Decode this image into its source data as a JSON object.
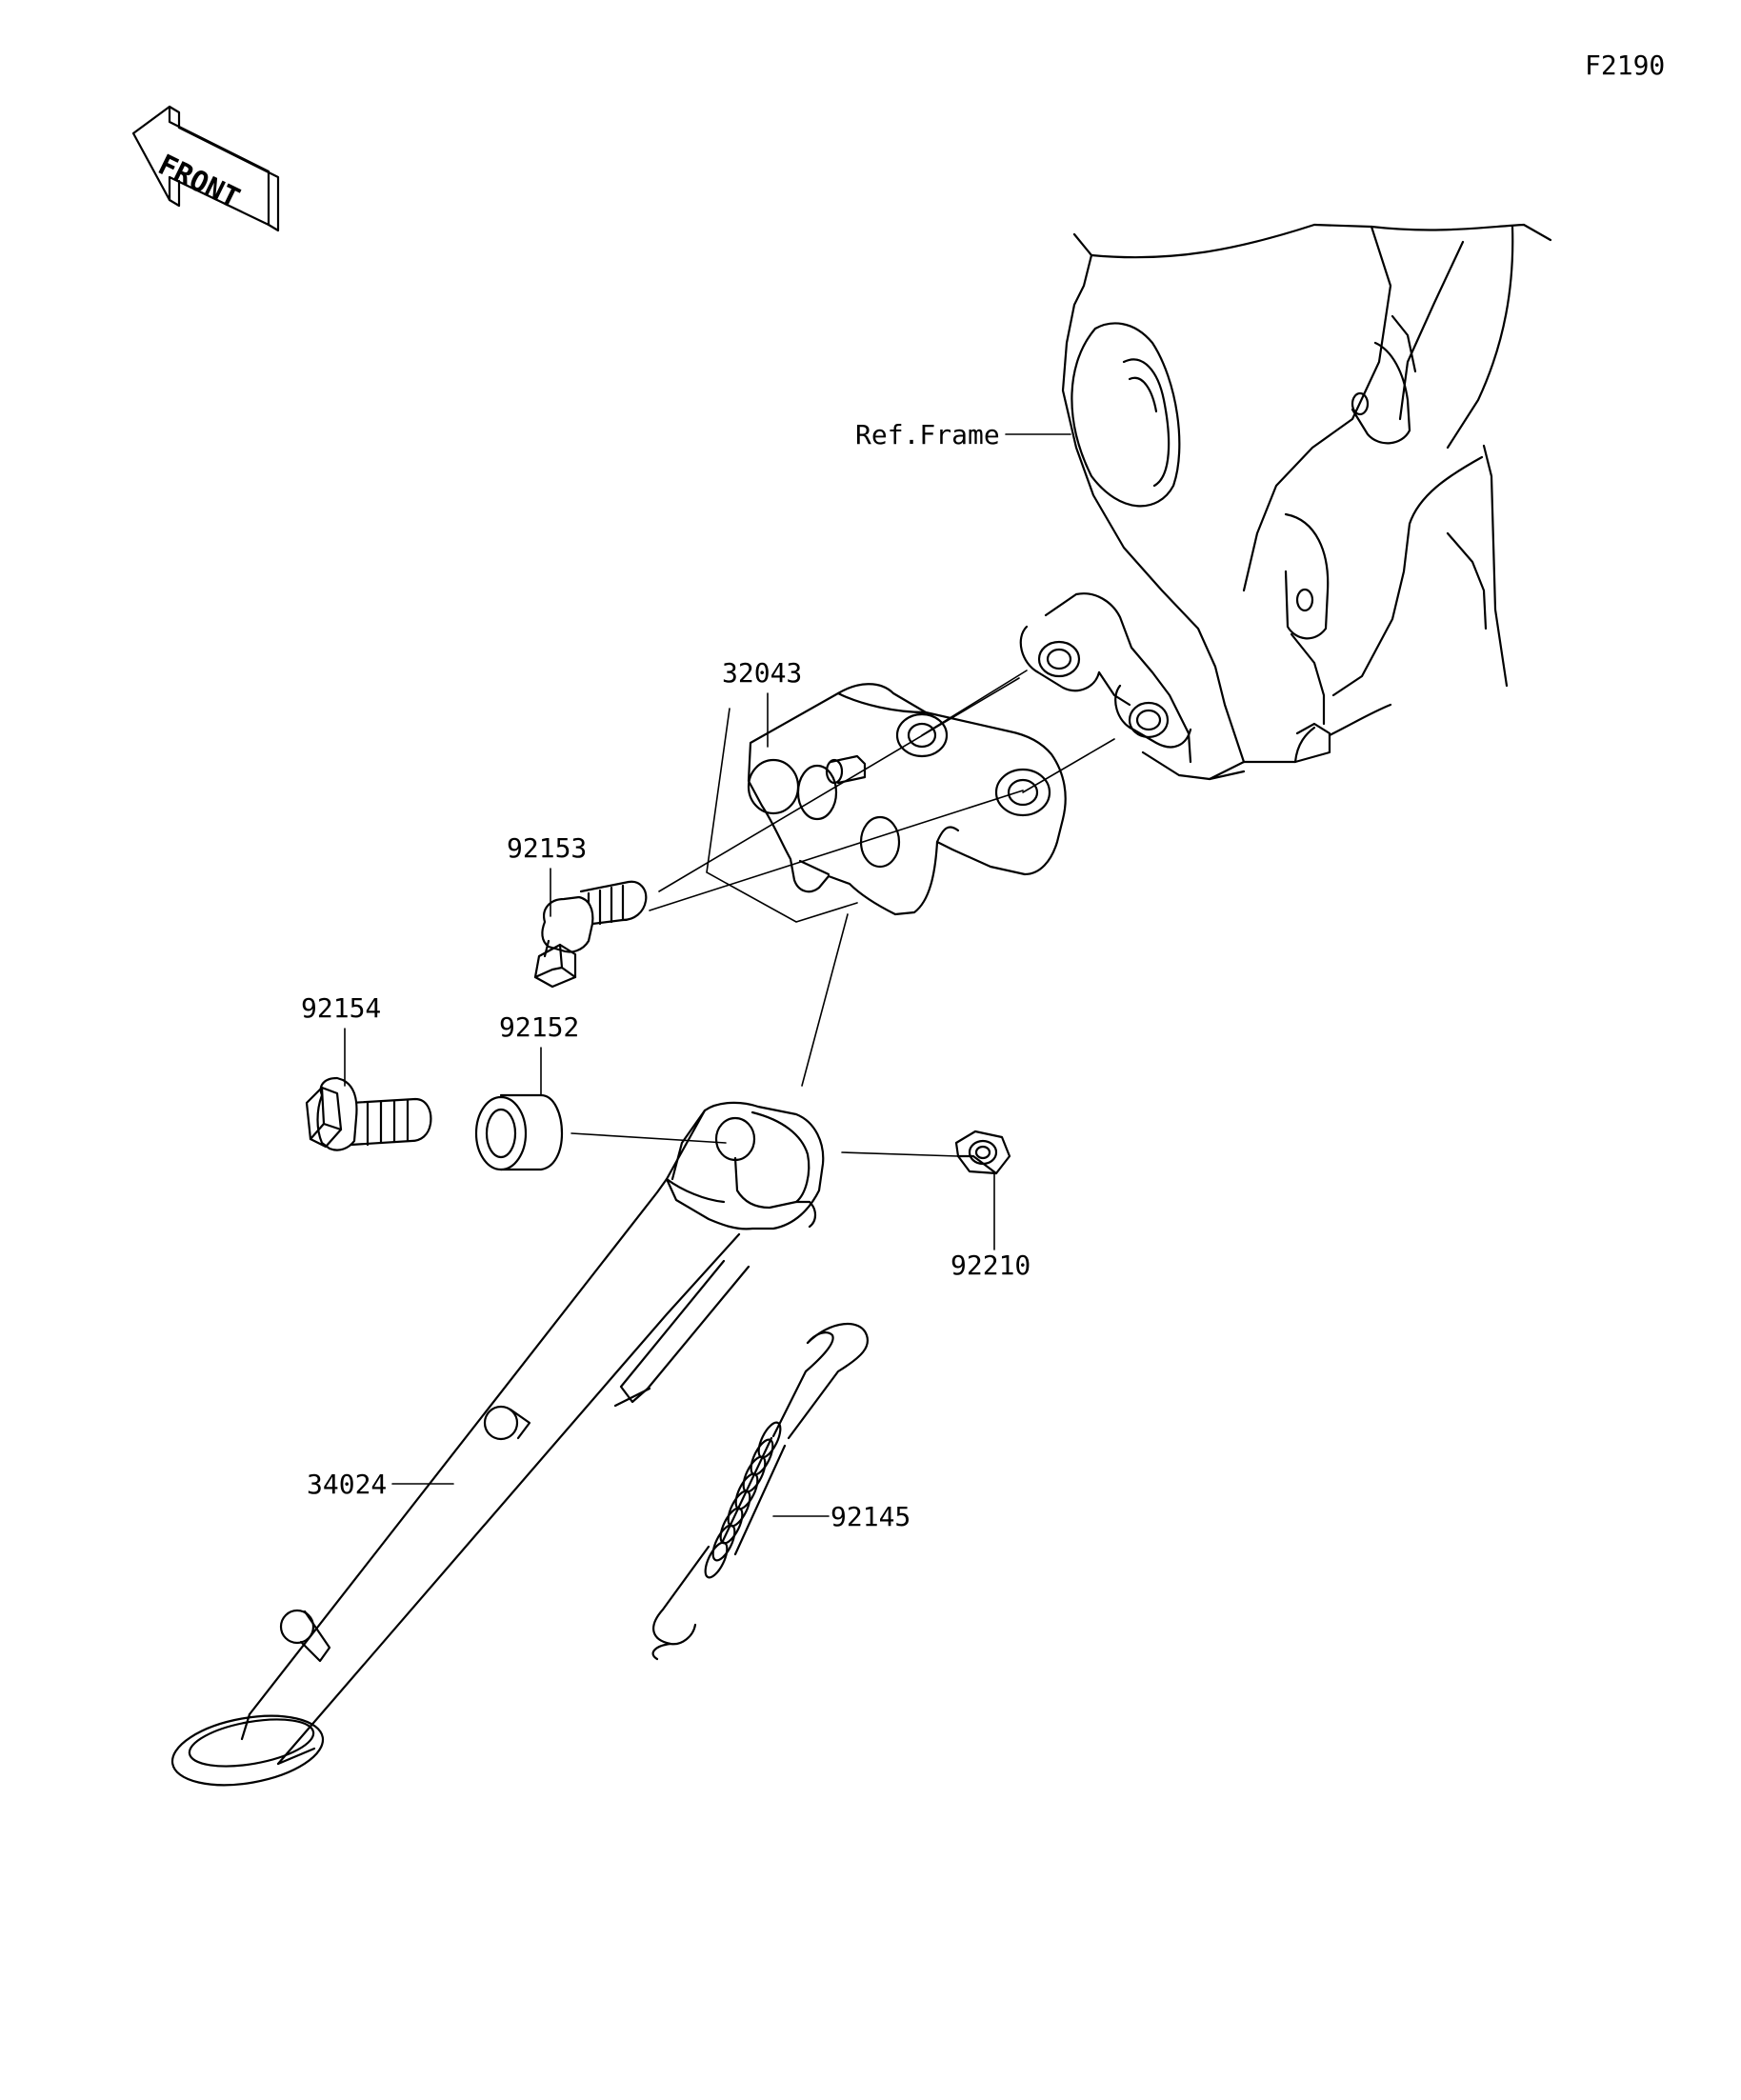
{
  "figure_code": "F2190",
  "front_label": "FRONT",
  "labels": {
    "ref_frame": "Ref.Frame",
    "bracket": "32043",
    "bolt_upper": "92153",
    "bolt_pivot": "92154",
    "collar": "92152",
    "nut": "92210",
    "side_stand": "34024",
    "spring": "92145"
  }
}
